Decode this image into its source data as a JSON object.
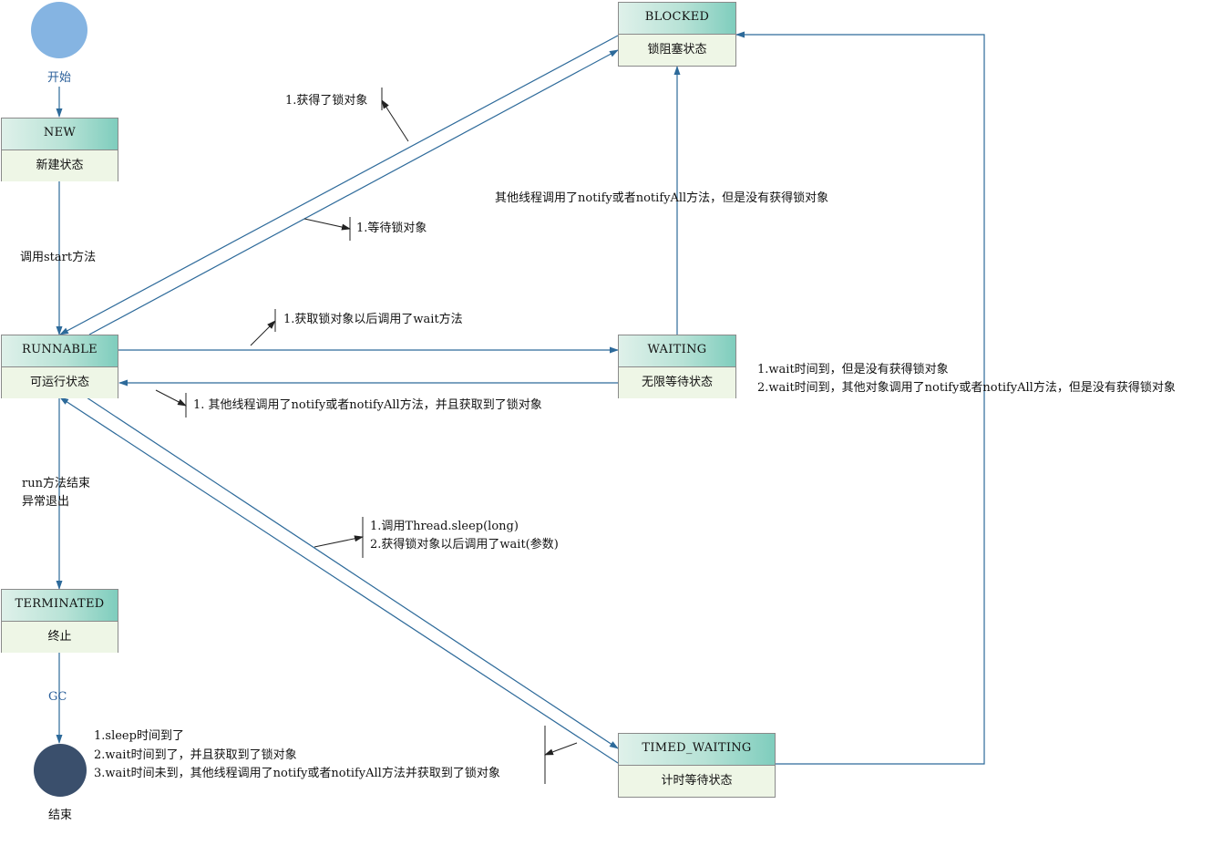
{
  "start": {
    "label": "开始"
  },
  "end": {
    "label": "结束"
  },
  "states": {
    "new": {
      "name": "NEW",
      "desc": "新建状态"
    },
    "runnable": {
      "name": "RUNNABLE",
      "desc": "可运行状态"
    },
    "blocked": {
      "name": "BLOCKED",
      "desc": "锁阻塞状态"
    },
    "waiting": {
      "name": "WAITING",
      "desc": "无限等待状态"
    },
    "timed_waiting": {
      "name": "TIMED_WAITING",
      "desc": "计时等待状态"
    },
    "terminated": {
      "name": "TERMINATED",
      "desc": "终止"
    }
  },
  "transitions": {
    "start_method": "调用start方法",
    "got_lock": "1.获得了锁对象",
    "wait_lock": "1.等待锁对象",
    "wait_call": "1.获取锁对象以后调用了wait方法",
    "notify_acquired": "1. 其他线程调用了notify或者notifyAll方法，并且获取到了锁对象",
    "notify_no_lock": "其他线程调用了notify或者notifyAll方法，但是没有获得锁对象",
    "timed_to_blocked": [
      "1.wait时间到，但是没有获得锁对象",
      "2.wait时间到，其他对象调用了notify或者notifyAll方法，但是没有获得锁对象"
    ],
    "run_end": [
      "run方法结束",
      "异常退出"
    ],
    "to_timed": [
      "1.调用Thread.sleep(long)",
      "2.获得锁对象以后调用了wait(参数)"
    ],
    "timed_to_runnable": [
      "1.sleep时间到了",
      "2.wait时间到了，并且获取到了锁对象",
      "3.wait时间未到，其他线程调用了notify或者notifyAll方法并获取到了锁对象"
    ],
    "gc": "GC"
  },
  "colors": {
    "start_node": "#85b4e2",
    "end_node": "#3a4f6c",
    "line": "#2d6a9a",
    "arrow": "#333333"
  }
}
